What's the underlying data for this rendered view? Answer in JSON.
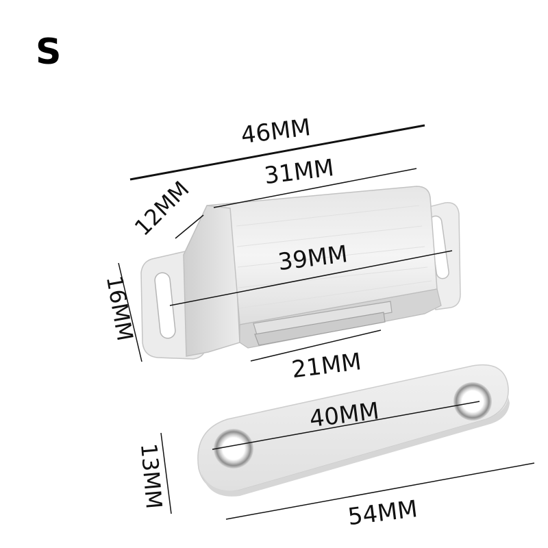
{
  "size_label": "S",
  "colors": {
    "background": "#ffffff",
    "dimension_line": "#111111",
    "metal_light": "#f2f2f2",
    "metal_mid": "#dcdcdc",
    "metal_dark": "#b8b8b8"
  },
  "catch_body": {
    "dimensions": {
      "overall_length": "46MM",
      "top_length": "31MM",
      "depth": "12MM",
      "hole_span": "39MM",
      "height": "16MM",
      "magnet_length": "21MM"
    }
  },
  "strike_plate": {
    "dimensions": {
      "hole_span": "40MM",
      "width": "13MM",
      "length": "54MM"
    }
  }
}
